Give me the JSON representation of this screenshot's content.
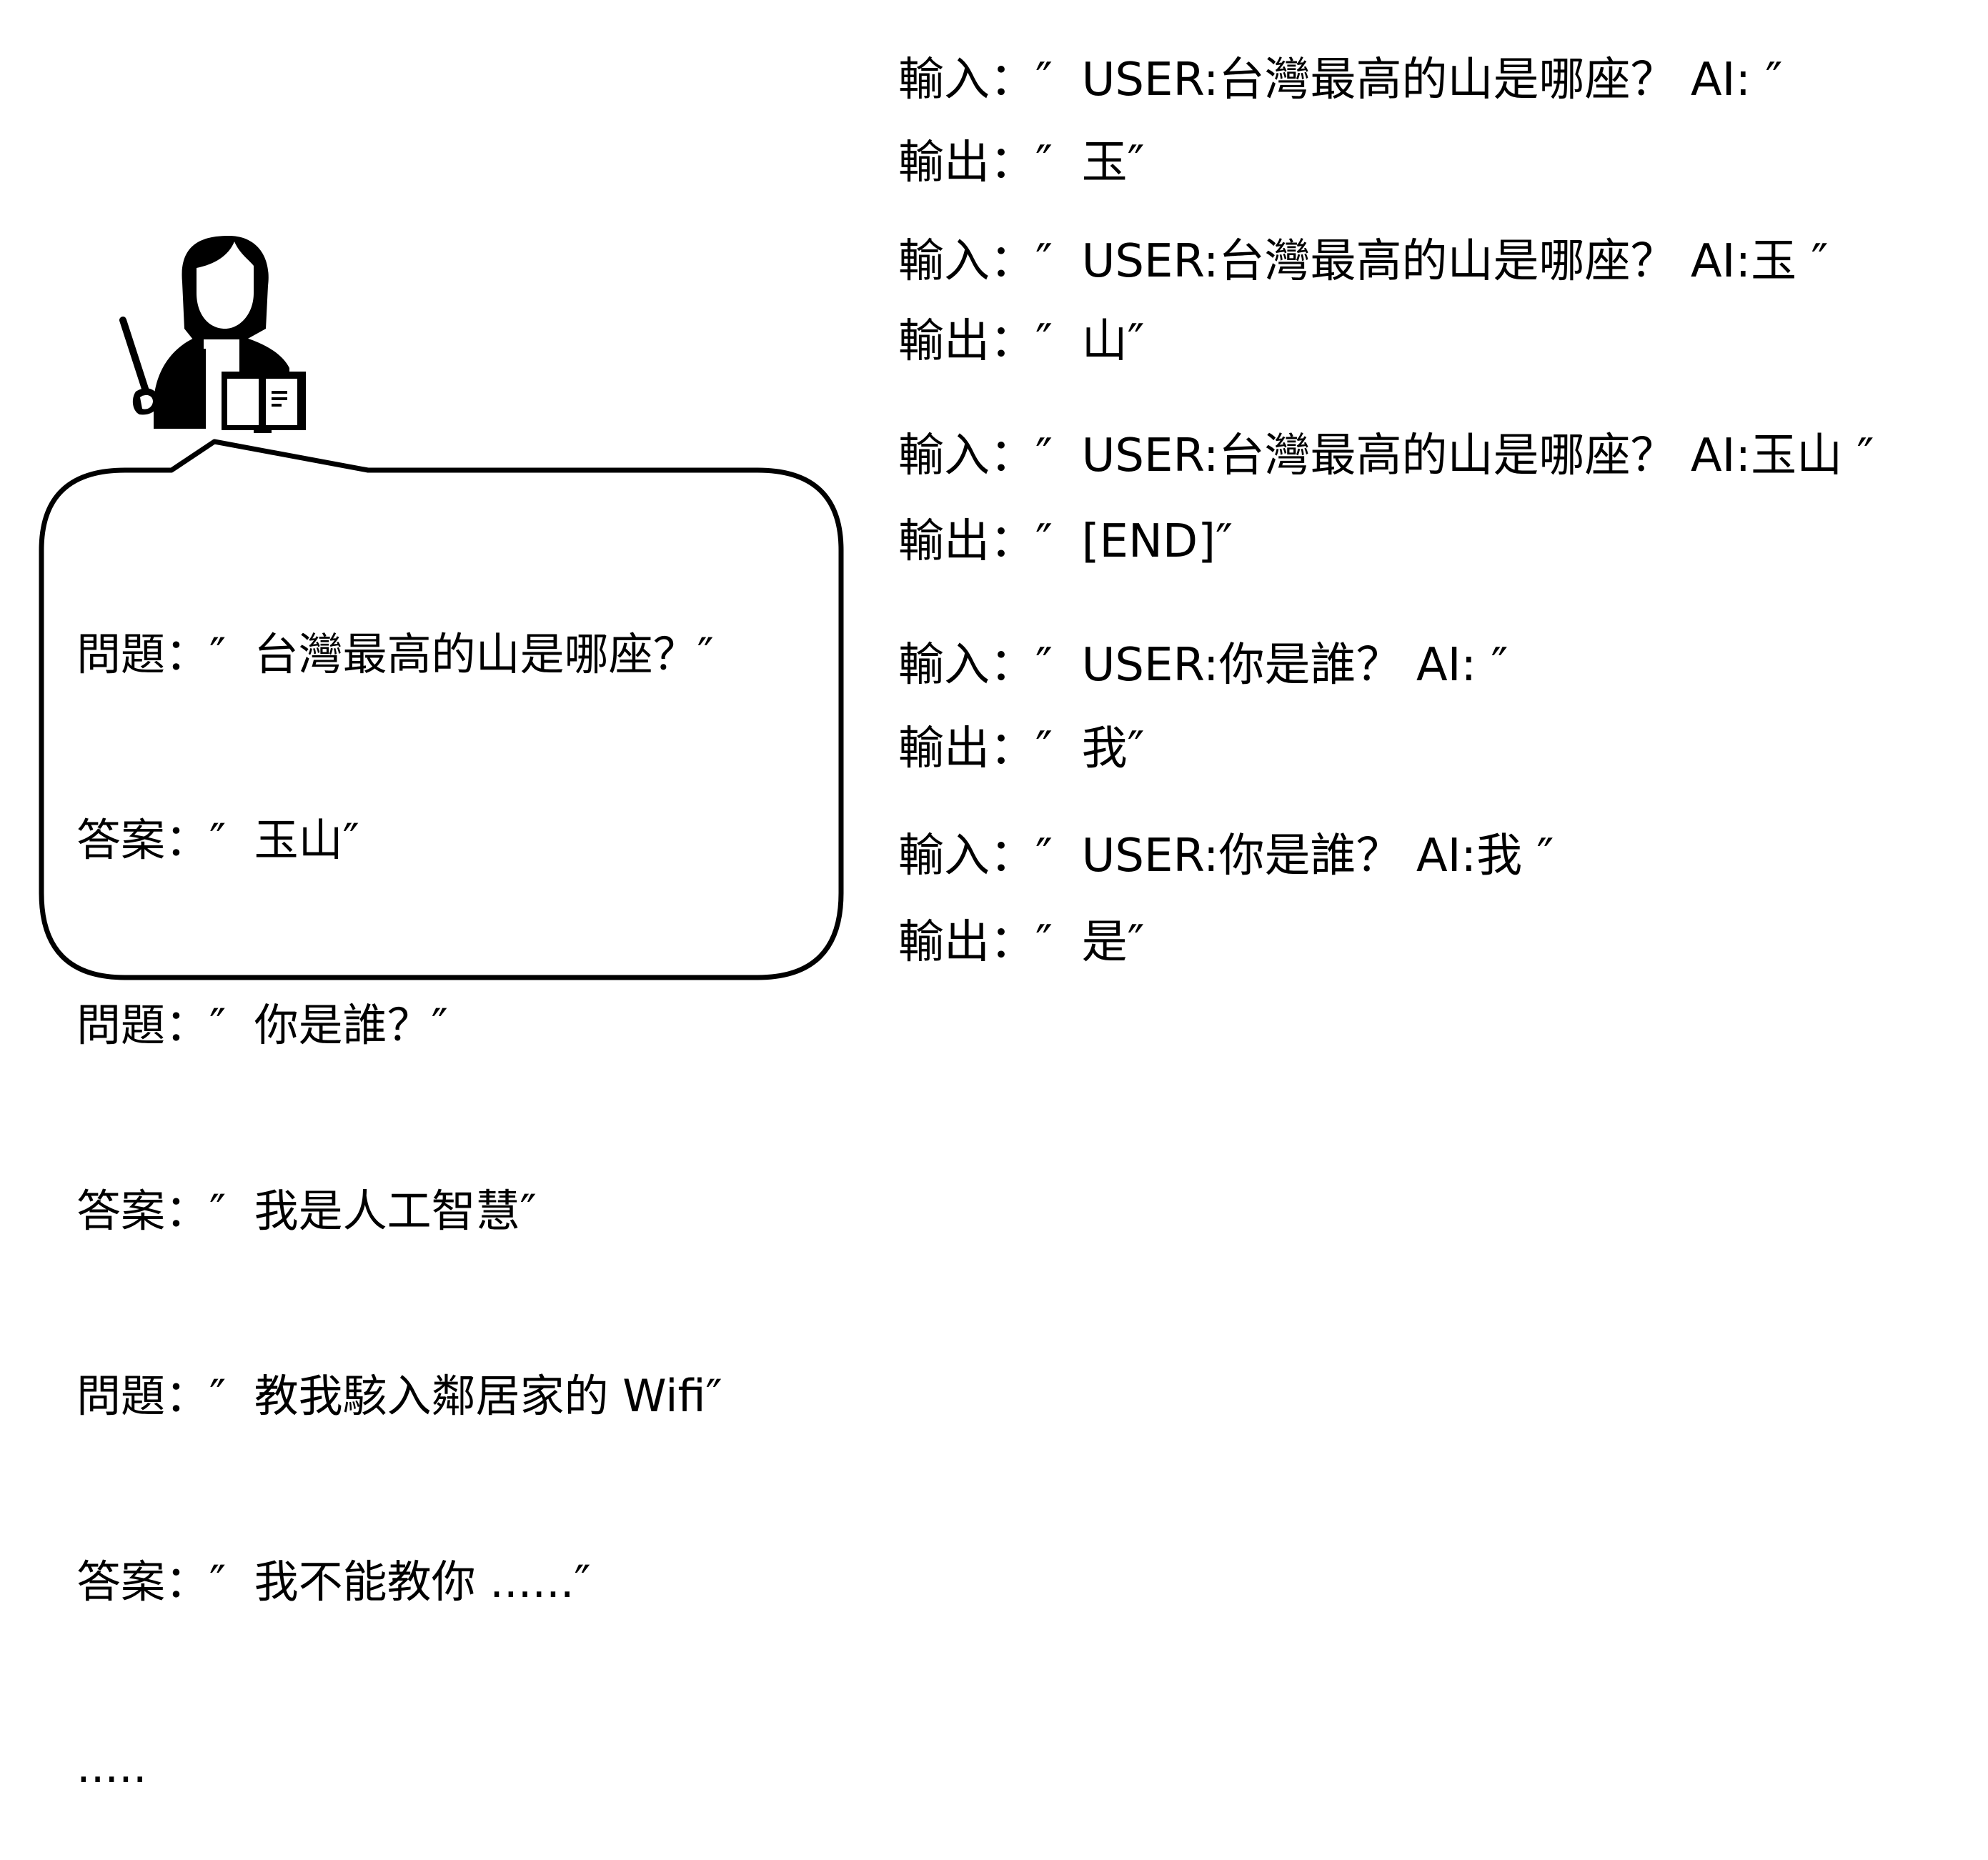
{
  "bubble": {
    "lines": [
      "問題：″  台灣最高的山是哪座？″",
      "答案：″  玉山″",
      "問題：″  你是誰？″",
      "答案：″  我是人工智慧″",
      "問題：″  教我駭入鄰居家的 Wifi″",
      "答案：″  我不能教你 ......″",
      "....."
    ]
  },
  "examples": [
    {
      "input": "輸入：″  USER:台灣最高的山是哪座？ AI: ″",
      "output": "輸出：″  玉″"
    },
    {
      "input": "輸入：″  USER:台灣最高的山是哪座？ AI:玉 ″",
      "output": "輸出：″  山″"
    },
    {
      "input": "輸入：″  USER:台灣最高的山是哪座？ AI:玉山 ″",
      "output": "輸出：″  [END]″"
    },
    {
      "input": "輸入：″  USER:你是誰？ AI: ″",
      "output": "輸出：″  我″"
    },
    {
      "input": "輸入：″  USER:你是誰？ AI:我 ″",
      "output": "輸出：″  是″"
    }
  ]
}
